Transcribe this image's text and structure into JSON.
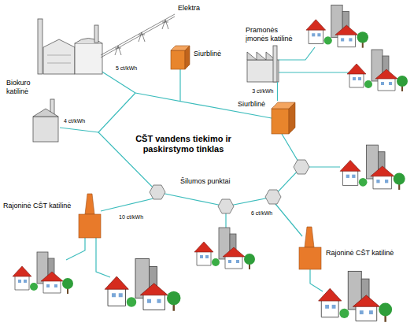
{
  "diagram": {
    "title": "CŠT vandens tiekimo ir paskirstymo tinklas",
    "nodes": [
      {
        "text": [
          "Elektra"
        ]
      },
      {
        "text": [
          "Pramonės įmonės katilinė"
        ]
      },
      {
        "text": [
          "Siurblinė"
        ]
      },
      {
        "text": [
          "Biokuro katilinė"
        ]
      },
      {
        "text": [
          "Siurblinė"
        ]
      },
      {
        "text": [
          "Rajoninė CŠT katilinė"
        ]
      },
      {
        "text": [
          "Rajoninė CŠT katilinė"
        ]
      }
    ],
    "edges": [
      {
        "from": 1,
        "to": 4,
        "label": "3 ct/kWh",
        "arrow": "none"
      }
    ],
    "labels": [
      "5 ct/kWh",
      "4 ct/kWh",
      "Šilumos punktai",
      "6 ct/kWh",
      "10 ct/kWh"
    ]
  }
}
